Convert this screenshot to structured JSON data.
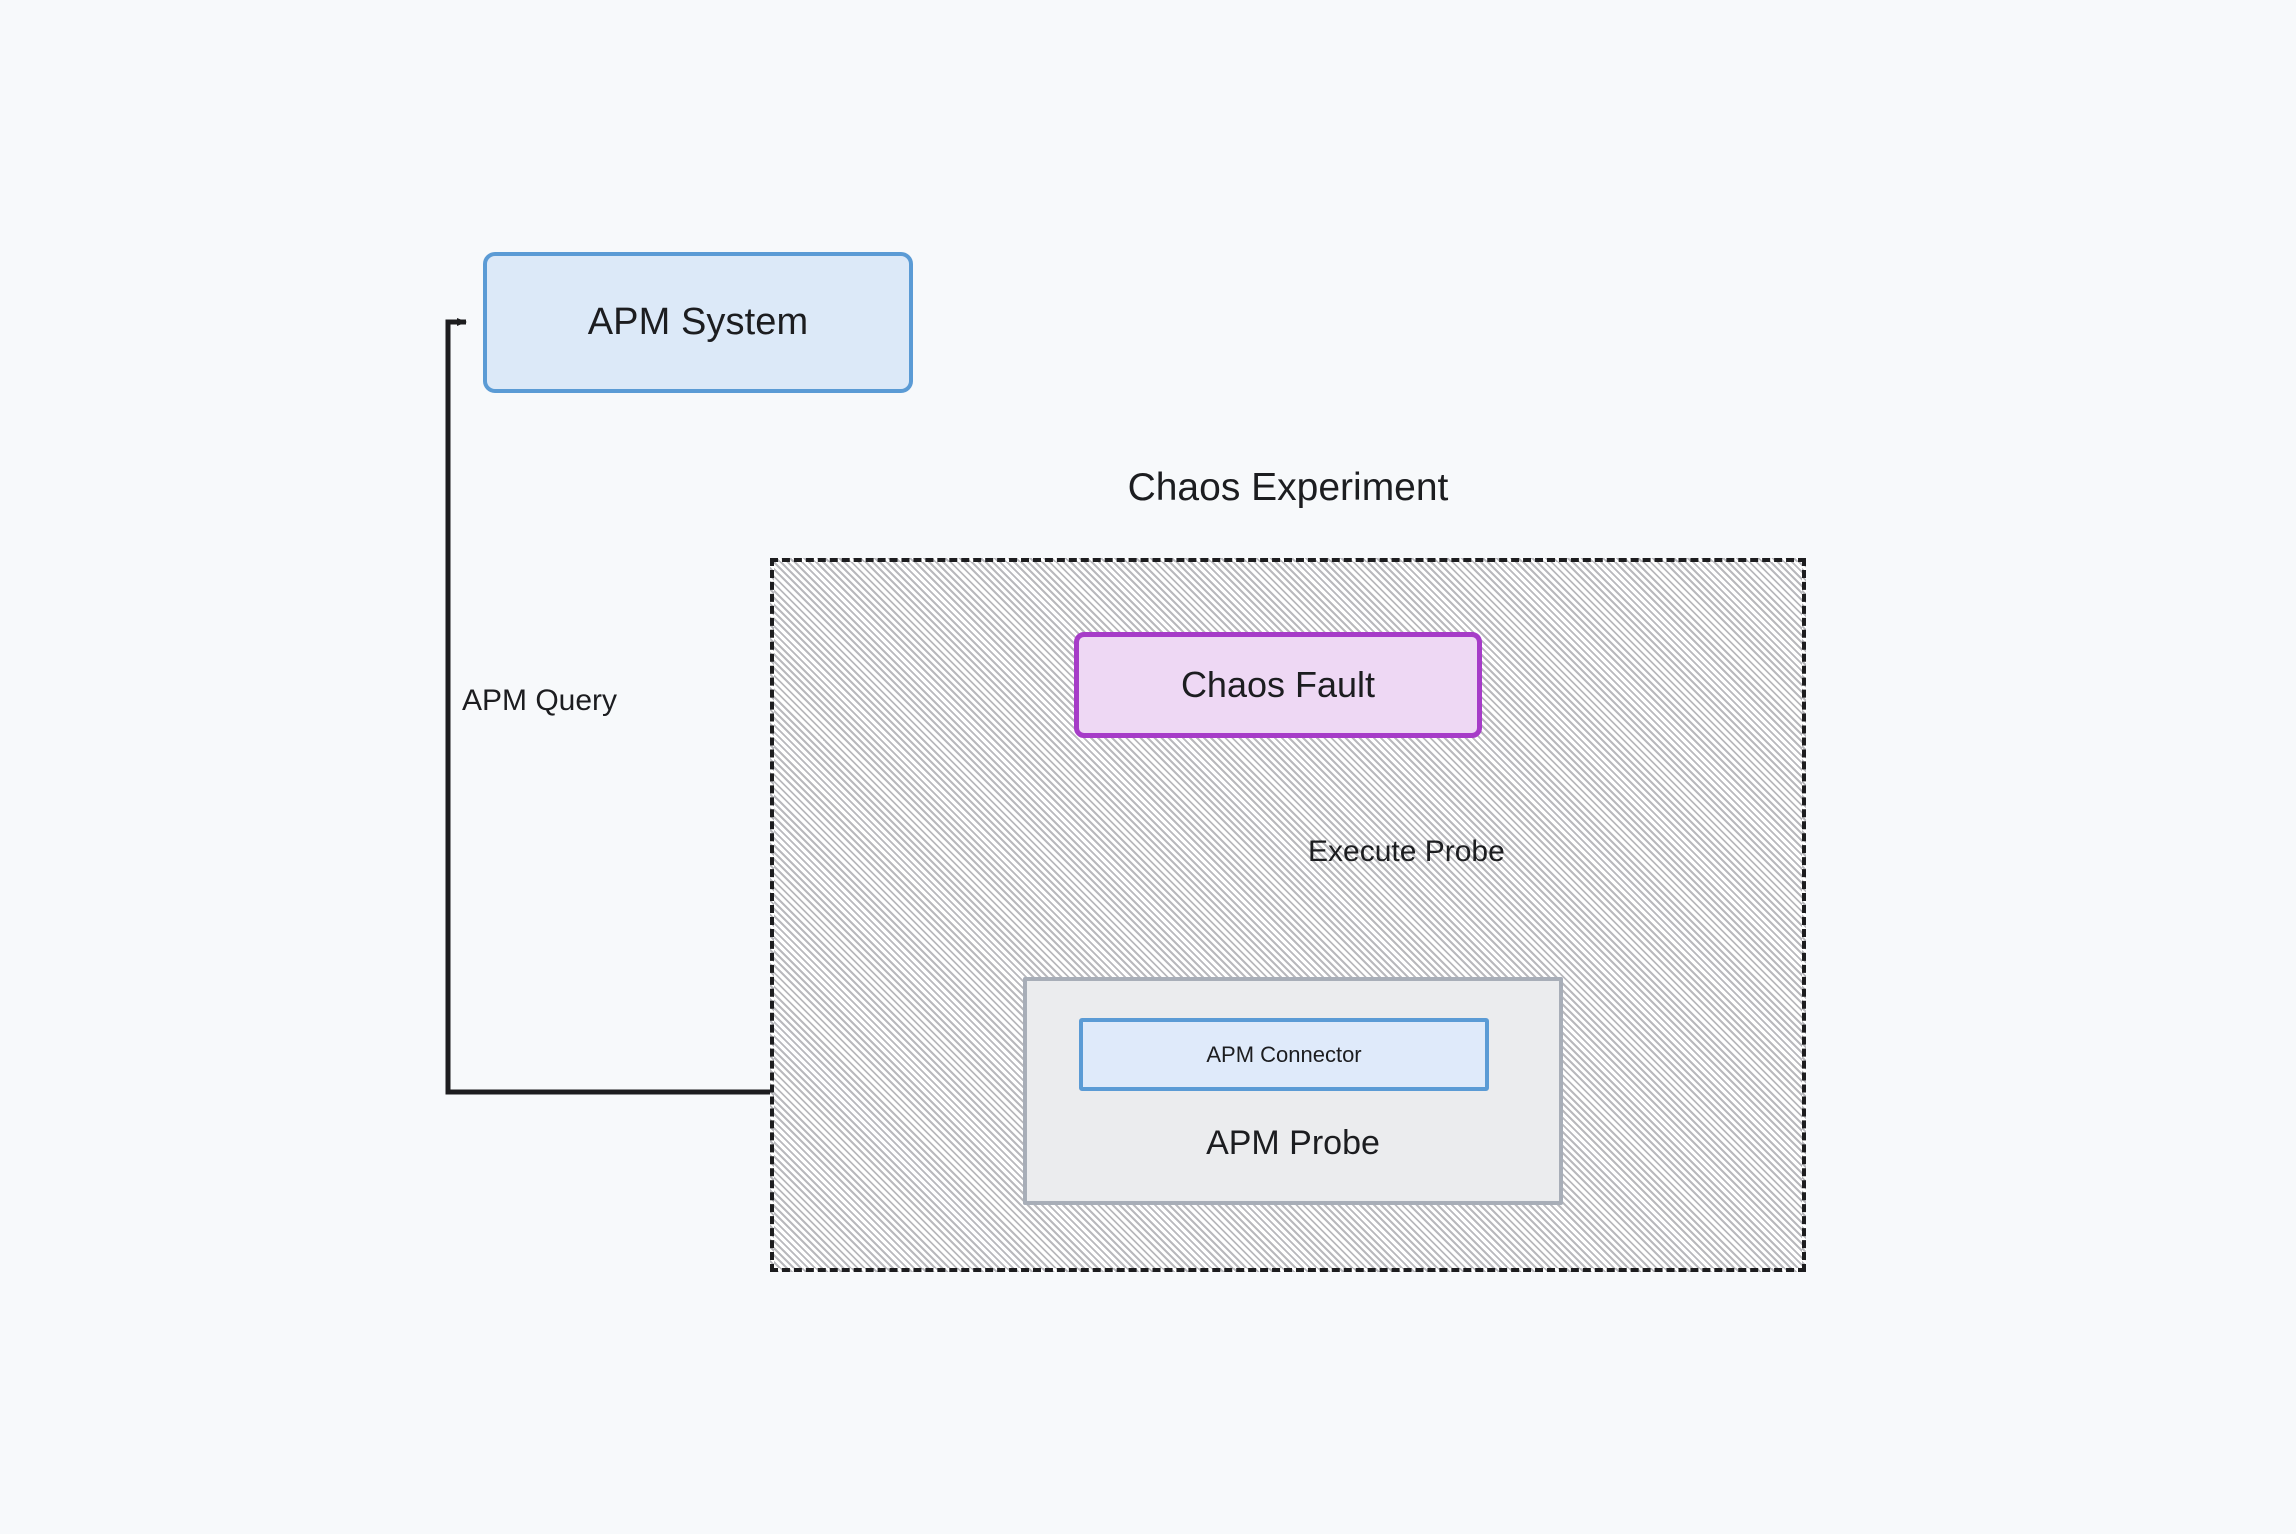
{
  "diagram": {
    "background_color": "#f7f9fb",
    "title": "Chaos Experiment",
    "nodes": {
      "apm_system": {
        "label": "APM System",
        "fill": "#dce9f8",
        "stroke": "#5b9bd5"
      },
      "chaos_fault": {
        "label": "Chaos Fault",
        "fill": "#eed8f4",
        "stroke": "#a63cc8"
      },
      "apm_probe": {
        "label": "APM Probe",
        "fill": "#ebecee",
        "stroke": "#a8aeb8"
      },
      "apm_connector": {
        "label": "APM Connector",
        "fill": "#dfeafa",
        "stroke": "#5b9bd5"
      },
      "chaos_experiment_container": {
        "label": "Chaos Experiment",
        "stroke": "#1d1d1f",
        "style": "dashed-hatched"
      }
    },
    "edges": [
      {
        "label": "Execute Probe",
        "from": "chaos_fault",
        "to": "apm_probe",
        "arrow": "down",
        "color": "#1d1d1f"
      },
      {
        "label": "APM Query",
        "from": "apm_probe",
        "to": "apm_system",
        "arrow": "right",
        "color": "#1d1d1f"
      }
    ]
  }
}
